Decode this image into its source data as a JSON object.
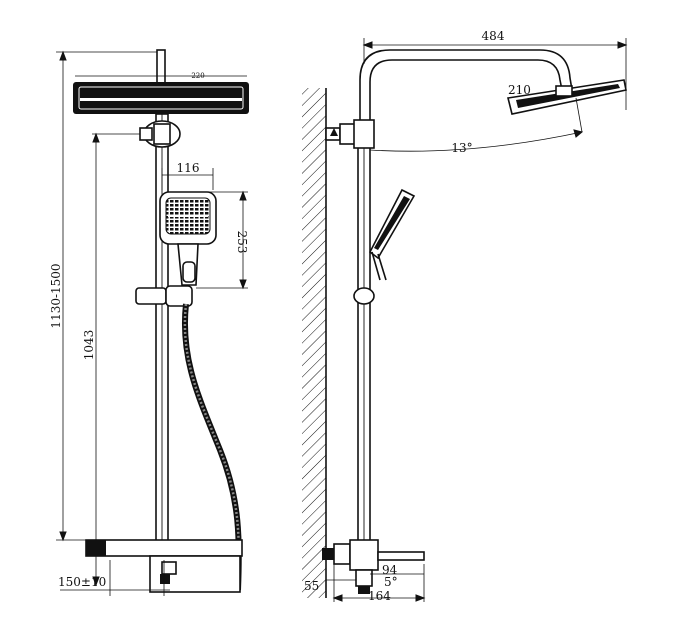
{
  "dimensions": {
    "top_head_width": "220",
    "handset_width": "116",
    "handset_height": "253",
    "overall_height": "1130-1500",
    "bar_height": "1043",
    "bottom_spacing": "150±10",
    "arm_reach": "484",
    "side_head": "210",
    "tilt_angle": "13°",
    "spout_94": "94",
    "angle_5": "5°",
    "wall_55": "55",
    "depth_164": "164"
  }
}
